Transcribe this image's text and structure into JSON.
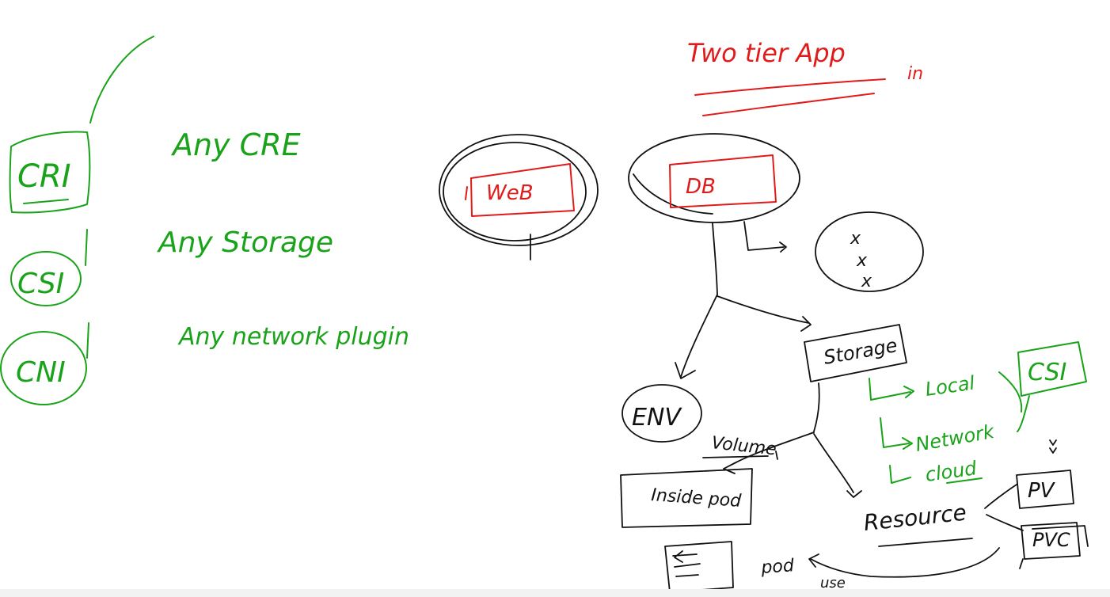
{
  "interfaces": {
    "cri": {
      "label": "CRI",
      "desc": "Any CRE"
    },
    "csi": {
      "label": "CSI",
      "desc": "Any Storage"
    },
    "cni": {
      "label": "CNI",
      "desc": "Any network plugin"
    }
  },
  "title": {
    "text": "Two tier App",
    "suffix": "in"
  },
  "tiers": {
    "web": "WeB",
    "db": "DB"
  },
  "db_links": {
    "env": "ENV",
    "storage": "Storage"
  },
  "cross_marks": [
    "x",
    "x",
    "x"
  ],
  "storage_types": {
    "local": "Local",
    "network": "Network",
    "cloud": "cloud",
    "csi": "CSI"
  },
  "volume": {
    "label": "Volume",
    "target": "Inside pod"
  },
  "resource": {
    "label": "Resource",
    "pv": "PV",
    "pvc": "PVC",
    "pod": "pod",
    "use": "use"
  },
  "colors": {
    "green": "#1aa31a",
    "red": "#e01b1b",
    "black": "#111111"
  }
}
